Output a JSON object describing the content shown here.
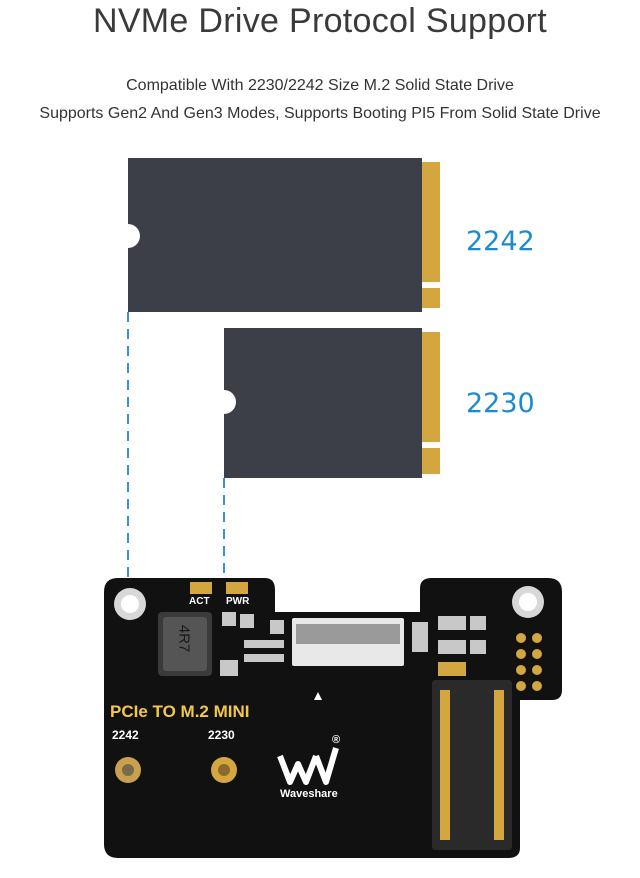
{
  "header": {
    "title": "NVMe Drive Protocol Support",
    "subtitle_line1": "Compatible With 2230/2242 Size M.2 Solid State Drive",
    "subtitle_line2": "Supports Gen2 And Gen3 Modes, Supports Booting PI5 From Solid State Drive"
  },
  "ssd_sizes": {
    "large_label": "2242",
    "small_label": "2230"
  },
  "board": {
    "product_name": "PCIe TO M.2 MINI",
    "hole_label_2242": "2242",
    "hole_label_2230": "2230",
    "led_act": "ACT",
    "led_pwr": "PWR",
    "inductor_marking": "4R7",
    "brand_name": "Waveshare",
    "brand_mark": "®"
  },
  "colors": {
    "ssd_body": "#3c3e48",
    "gold_contact": "#d4a640",
    "label_blue": "#1a8bd2",
    "pcb_black": "#111111",
    "dashed_line": "#3d8fd8"
  }
}
